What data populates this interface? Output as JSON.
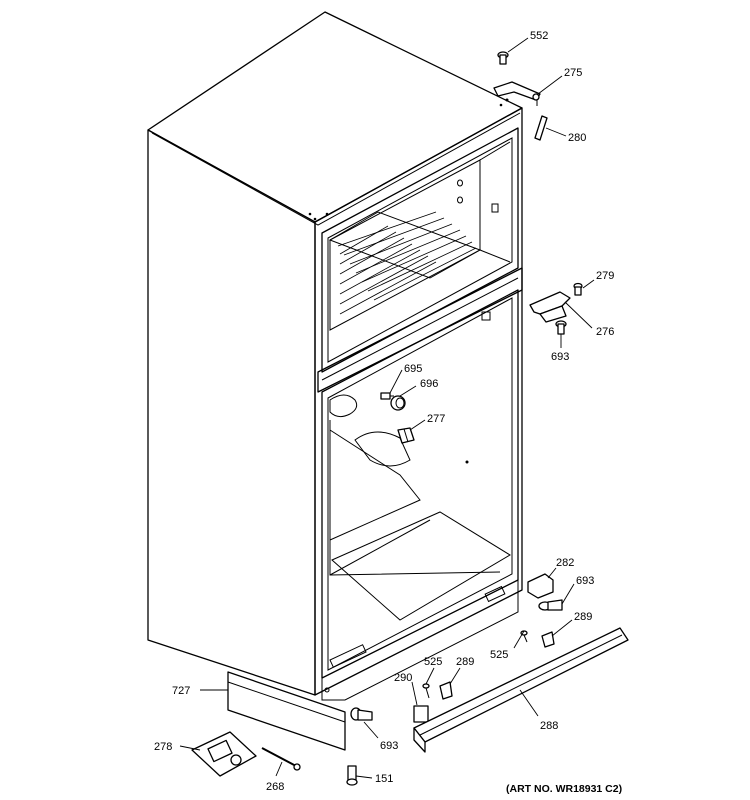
{
  "art_number": "(ART NO. WR18931 C2)",
  "parts": [
    {
      "id": "p552",
      "label": "552"
    },
    {
      "id": "p275",
      "label": "275"
    },
    {
      "id": "p280",
      "label": "280"
    },
    {
      "id": "p279",
      "label": "279"
    },
    {
      "id": "p276",
      "label": "276"
    },
    {
      "id": "p693a",
      "label": "693"
    },
    {
      "id": "p695",
      "label": "695"
    },
    {
      "id": "p696",
      "label": "696"
    },
    {
      "id": "p277",
      "label": "277"
    },
    {
      "id": "p282",
      "label": "282"
    },
    {
      "id": "p693b",
      "label": "693"
    },
    {
      "id": "p289a",
      "label": "289"
    },
    {
      "id": "p525a",
      "label": "525"
    },
    {
      "id": "p525b",
      "label": "525"
    },
    {
      "id": "p289b",
      "label": "289"
    },
    {
      "id": "p290",
      "label": "290"
    },
    {
      "id": "p288",
      "label": "288"
    },
    {
      "id": "p727",
      "label": "727"
    },
    {
      "id": "p693c",
      "label": "693"
    },
    {
      "id": "p278",
      "label": "278"
    },
    {
      "id": "p268",
      "label": "268"
    },
    {
      "id": "p151",
      "label": "151"
    }
  ]
}
